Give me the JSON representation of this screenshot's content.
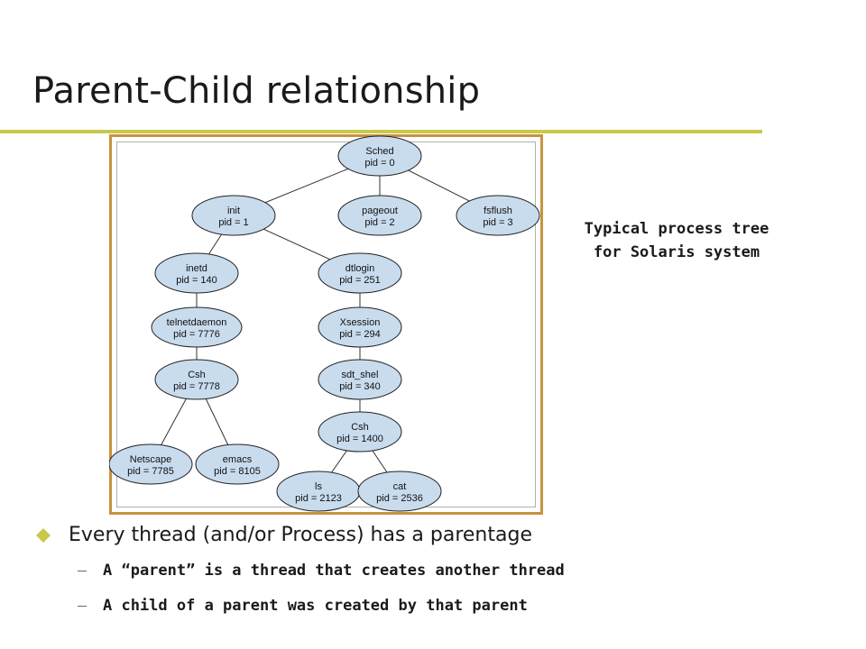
{
  "slide": {
    "title": "Parent-Child relationship",
    "caption_line1": "Typical process tree",
    "caption_line2": "for Solaris system",
    "bullet": "Every thread (and/or Process) has a parentage",
    "sub_items": [
      "A “parent” is a thread that creates another thread",
      "A child of a parent was created by that parent"
    ]
  },
  "tree": {
    "nodes": [
      {
        "id": "sched",
        "name": "Sched",
        "pid": "pid = 0"
      },
      {
        "id": "init",
        "name": "init",
        "pid": "pid = 1"
      },
      {
        "id": "pageout",
        "name": "pageout",
        "pid": "pid = 2"
      },
      {
        "id": "fsflush",
        "name": "fsflush",
        "pid": "pid = 3"
      },
      {
        "id": "inetd",
        "name": "inetd",
        "pid": "pid = 140"
      },
      {
        "id": "dtlogin",
        "name": "dtlogin",
        "pid": "pid = 251"
      },
      {
        "id": "telnetdaemon",
        "name": "telnetdaemon",
        "pid": "pid = 7776"
      },
      {
        "id": "xsession",
        "name": "Xsession",
        "pid": "pid = 294"
      },
      {
        "id": "csh1",
        "name": "Csh",
        "pid": "pid = 7778"
      },
      {
        "id": "sdt_shel",
        "name": "sdt_shel",
        "pid": "pid = 340"
      },
      {
        "id": "csh2",
        "name": "Csh",
        "pid": "pid = 1400"
      },
      {
        "id": "netscape",
        "name": "Netscape",
        "pid": "pid = 7785"
      },
      {
        "id": "emacs",
        "name": "emacs",
        "pid": "pid = 8105"
      },
      {
        "id": "ls",
        "name": "ls",
        "pid": "pid = 2123"
      },
      {
        "id": "cat",
        "name": "cat",
        "pid": "pid = 2536"
      }
    ],
    "edges": [
      [
        "sched",
        "init"
      ],
      [
        "sched",
        "pageout"
      ],
      [
        "sched",
        "fsflush"
      ],
      [
        "init",
        "inetd"
      ],
      [
        "init",
        "dtlogin"
      ],
      [
        "inetd",
        "telnetdaemon"
      ],
      [
        "telnetdaemon",
        "csh1"
      ],
      [
        "csh1",
        "netscape"
      ],
      [
        "csh1",
        "emacs"
      ],
      [
        "dtlogin",
        "xsession"
      ],
      [
        "xsession",
        "sdt_shel"
      ],
      [
        "sdt_shel",
        "csh2"
      ],
      [
        "csh2",
        "ls"
      ],
      [
        "csh2",
        "cat"
      ]
    ],
    "node_fill": "#c9dcee",
    "node_stroke": "#222222"
  },
  "colors": {
    "title_rule": "#c8c84a",
    "frame_border": "#c9923f",
    "bullet": "#c8c84a"
  }
}
